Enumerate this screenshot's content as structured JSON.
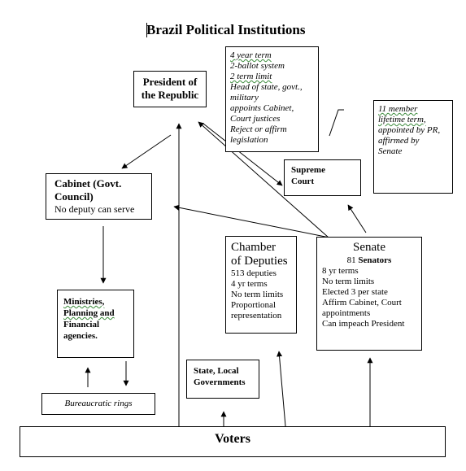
{
  "title": "Brazil Political Institutions",
  "president": {
    "lines": [
      "President of",
      "the Republic"
    ]
  },
  "president_notes": [
    "4 year term",
    "2-ballot system",
    "2 term limit",
    "Head of state, govt.,",
    "military",
    " appoints Cabinet,",
    "Court justices",
    "Reject or affirm",
    "legislation"
  ],
  "court_note": [
    "11 member",
    "lifetime term,",
    "appointed by  PR,",
    "affirmed by",
    "Senate"
  ],
  "supreme_court": [
    "Supreme",
    "Court"
  ],
  "cabinet": {
    "title_lines": [
      "Cabinet (Govt.",
      "Council)"
    ],
    "note": "No deputy can serve"
  },
  "ministries": [
    "Ministries,",
    "Planning and",
    "Financial",
    "agencies."
  ],
  "bureaucratic": "Bureaucratic rings",
  "chamber": {
    "title_lines": [
      "Chamber",
      "of Deputies"
    ],
    "items": [
      "513 deputies",
      "4 yr terms",
      "No term limits",
      "Proportional",
      "representation"
    ]
  },
  "senate": {
    "title": "Senate",
    "count": "81",
    "count_label": "Senators",
    "items": [
      "8 yr terms",
      "No term limits",
      "Elected 3 per state",
      "Affirm Cabinet, Court",
      "appointments",
      "Can impeach President"
    ]
  },
  "state_local": [
    "State, Local",
    "Governments"
  ],
  "voters": "Voters"
}
